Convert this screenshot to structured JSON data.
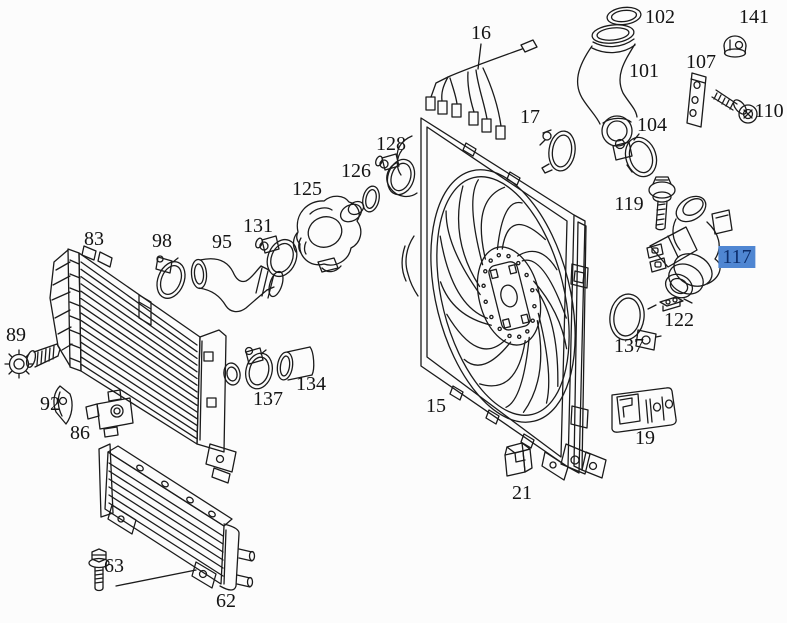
{
  "diagram": {
    "type": "exploded-parts-diagram",
    "description": "Engine cooling fan shroud, intercooler, oil cooler and charge-air hose exploded view with numbered callouts",
    "background_color": "#fcfcfc",
    "line_color": "#1b1b1b",
    "selected_part": "117",
    "highlight": {
      "background": "#4f86d2",
      "text_color": "#0c2d6b"
    },
    "labels": [
      {
        "text": "16"
      },
      {
        "text": "102"
      },
      {
        "text": "141"
      },
      {
        "text": "101"
      },
      {
        "text": "107"
      },
      {
        "text": "110"
      },
      {
        "text": "104"
      },
      {
        "text": "17"
      },
      {
        "text": "128"
      },
      {
        "text": "126"
      },
      {
        "text": "125"
      },
      {
        "text": "131"
      },
      {
        "text": "95"
      },
      {
        "text": "98"
      },
      {
        "text": "83"
      },
      {
        "text": "119"
      },
      {
        "text": "117",
        "selected": true
      },
      {
        "text": "122"
      },
      {
        "text": "137"
      },
      {
        "text": "19"
      },
      {
        "text": "15"
      },
      {
        "text": "21"
      },
      {
        "text": "89"
      },
      {
        "text": "92"
      },
      {
        "text": "86"
      },
      {
        "text": "137"
      },
      {
        "text": "134"
      },
      {
        "text": "63"
      },
      {
        "text": "62"
      }
    ]
  }
}
